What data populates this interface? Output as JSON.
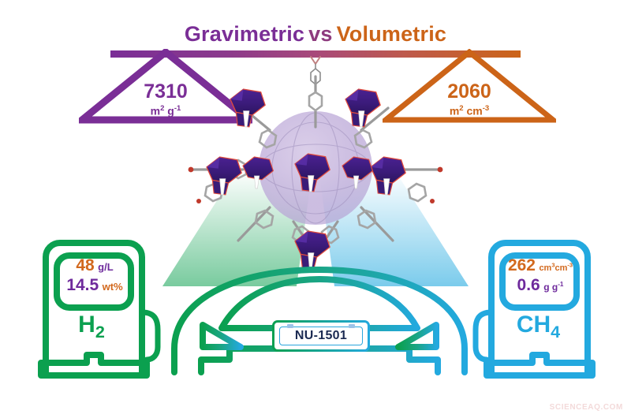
{
  "title": {
    "part1": "Gravimetric",
    "vs": "vs",
    "part2": "Volumetric"
  },
  "colors": {
    "purple": "#7A2E96",
    "orange": "#CC6418",
    "green": "#0BA04F",
    "blue": "#23A9DF",
    "plate_text": "#1B2A52",
    "watermark": "#F3DADA"
  },
  "balance": {
    "left_pan": {
      "value": "7310",
      "unit_main": "m",
      "unit_sup1": "2",
      "unit_mid": " g",
      "unit_sup2": "-1",
      "color": "#7A2E96"
    },
    "right_pan": {
      "value": "2060",
      "unit_main": "m",
      "unit_sup1": "2",
      "unit_mid": " cm",
      "unit_sup2": "-3",
      "color": "#CC6418"
    }
  },
  "pumps": {
    "left": {
      "gas_label_main": "H",
      "gas_label_sub": "2",
      "readings": [
        {
          "value": "48",
          "value_color": "#D2691E",
          "unit": "g/L",
          "unit_color": "#6E2A9C"
        },
        {
          "value": "14.5",
          "value_color": "#6E2A9C",
          "unit": "wt%",
          "unit_color": "#D2691E"
        }
      ]
    },
    "right": {
      "gas_label_main": "CH",
      "gas_label_sub": "4",
      "readings": [
        {
          "value": "262",
          "value_color": "#D2691E",
          "unit_main": "cm",
          "unit_sup1": "3",
          "unit_mid": "cm",
          "unit_sup2": "-3",
          "unit_color": "#D2691E"
        },
        {
          "value": "0.6",
          "value_color": "#6E2A9C",
          "unit_main": "g g",
          "unit_sup1": "-1",
          "unit_color": "#6E2A9C"
        }
      ]
    }
  },
  "car": {
    "plate_number": "NU-1501"
  },
  "watermark": {
    "text": "SCIENCEAQ.COM"
  }
}
